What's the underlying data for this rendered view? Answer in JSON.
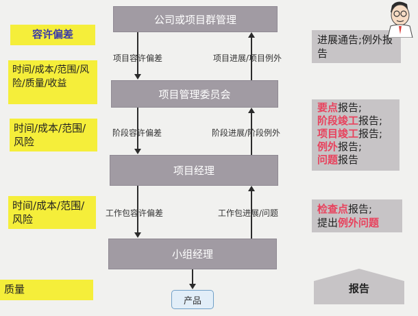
{
  "boxes": {
    "company": "公司或项目群管理",
    "board": "项目管理委员会",
    "pm": "项目经理",
    "team": "小组经理",
    "product": "产品"
  },
  "flows": {
    "down1": "项目容许偏差",
    "up1": "项目进展/项目例外",
    "down2": "阶段容许偏差",
    "up2": "阶段进展/阶段例外",
    "down3": "工作包容许偏差",
    "up3": "工作包进展/问题"
  },
  "left": {
    "title": "容许偏差",
    "level1": "时间/成本/范围/风险/质量/收益",
    "level2": "时间/成本/范围/风险",
    "level3": "时间/成本/范围/风险",
    "level4": "质量"
  },
  "right": {
    "level1": "进展通告;例外报告",
    "level2": {
      "r1_red": "要点",
      "r1_rest": "报告;",
      "r2_red": "阶段竣工",
      "r2_rest": "报告;",
      "r3_red": "项目竣工",
      "r3_rest": "报告;",
      "r4_red": "例外",
      "r4_rest": "报告;",
      "r5_red": "问题",
      "r5_rest": "报告"
    },
    "level3": {
      "r1_red": "检查点",
      "r1_rest": "报告;",
      "r2_pre": "提出",
      "r2_red": "例外问题"
    },
    "report": "报告"
  },
  "colors": {
    "box": "#a19ba3",
    "yellow": "#f5ee3a",
    "gray": "#c7c4c6",
    "highlight": "#e8425d"
  }
}
